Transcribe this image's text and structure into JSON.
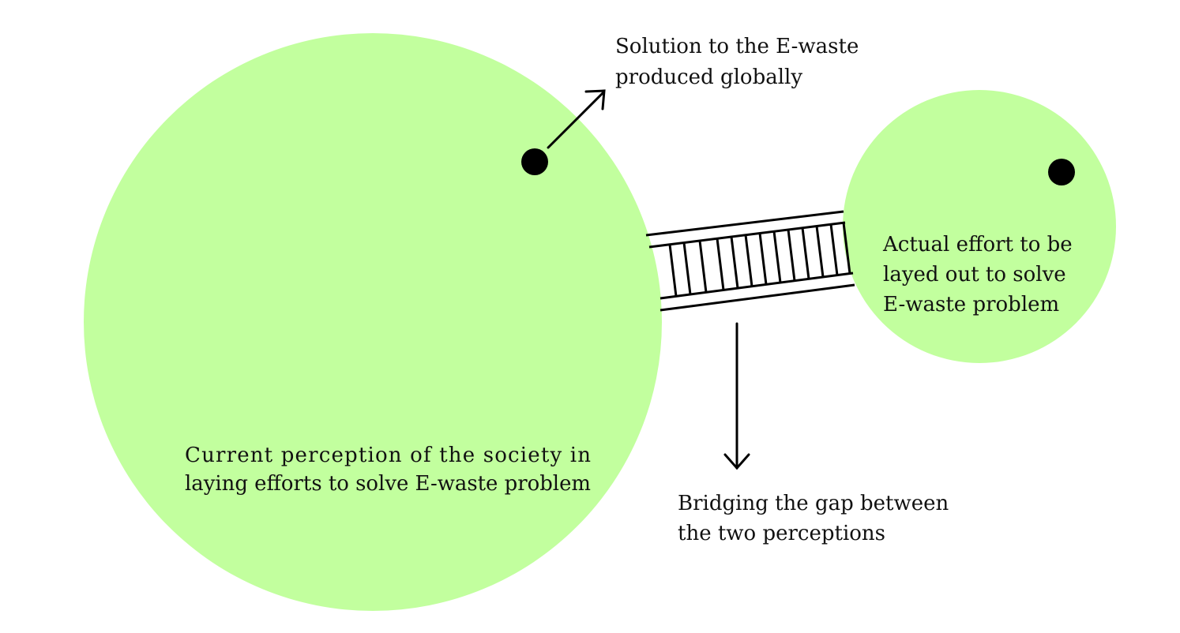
{
  "colors": {
    "circle_fill": "#c2ff9e",
    "ink": "#000000",
    "background": "#ffffff"
  },
  "labels": {
    "solution_line1": "Solution to the E-waste",
    "solution_line2": "produced globally",
    "actual_line1": "Actual effort to be",
    "actual_line2": "layed out to solve",
    "actual_line3": "E-waste problem",
    "current_line1": "Current perception of the society in",
    "current_line2": "laying efforts to solve E-waste problem",
    "bridge_line1": "Bridging the gap between",
    "bridge_line2": "the two perceptions"
  }
}
